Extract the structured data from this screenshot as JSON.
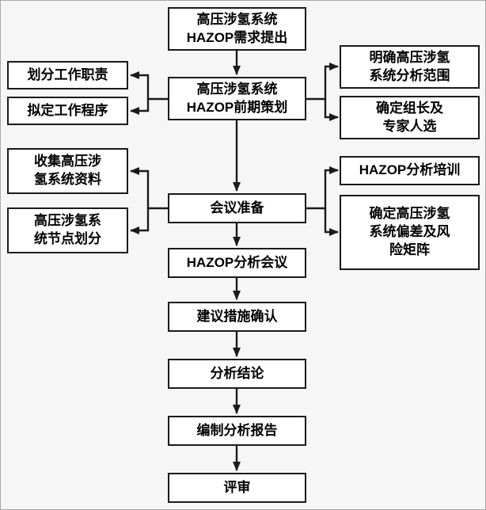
{
  "flowchart": {
    "nodes": {
      "requirement": {
        "label": "高压涉氢系统\nHAZOP需求提出"
      },
      "planning": {
        "label": "高压涉氢系统\nHAZOP前期策划"
      },
      "duties": {
        "label": "划分工作职责"
      },
      "procedure": {
        "label": "拟定工作程序"
      },
      "scope": {
        "label": "明确高压涉氢\n系统分析范围"
      },
      "leader": {
        "label": "确定组长及\n专家人选"
      },
      "collect": {
        "label": "收集高压涉\n氢系统资料"
      },
      "node_division": {
        "label": "高压涉氢系\n统节点划分"
      },
      "meeting_prep": {
        "label": "会议准备"
      },
      "training": {
        "label": "HAZOP分析培训"
      },
      "deviation_matrix": {
        "label": "确定高压涉氢\n系统偏差及风\n险矩阵"
      },
      "analysis_meeting": {
        "label": "HAZOP分析会议"
      },
      "measures": {
        "label": "建议措施确认"
      },
      "conclusion": {
        "label": "分析结论"
      },
      "report": {
        "label": "编制分析报告"
      },
      "review": {
        "label": "评审"
      }
    },
    "edges": [
      {
        "from": "requirement",
        "to": "planning"
      },
      {
        "from": "planning",
        "to": "duties"
      },
      {
        "from": "planning",
        "to": "procedure"
      },
      {
        "from": "planning",
        "to": "scope"
      },
      {
        "from": "planning",
        "to": "leader"
      },
      {
        "from": "planning",
        "to": "meeting_prep"
      },
      {
        "from": "meeting_prep",
        "to": "collect"
      },
      {
        "from": "meeting_prep",
        "to": "node_division"
      },
      {
        "from": "meeting_prep",
        "to": "training"
      },
      {
        "from": "meeting_prep",
        "to": "deviation_matrix"
      },
      {
        "from": "meeting_prep",
        "to": "analysis_meeting"
      },
      {
        "from": "analysis_meeting",
        "to": "measures"
      },
      {
        "from": "measures",
        "to": "conclusion"
      },
      {
        "from": "conclusion",
        "to": "report"
      },
      {
        "from": "report",
        "to": "review"
      }
    ],
    "colors": {
      "box_border": "#1a1a1a",
      "box_fill": "#ffffff",
      "line": "#1a1a1a",
      "background": "#f6f6f6"
    }
  }
}
